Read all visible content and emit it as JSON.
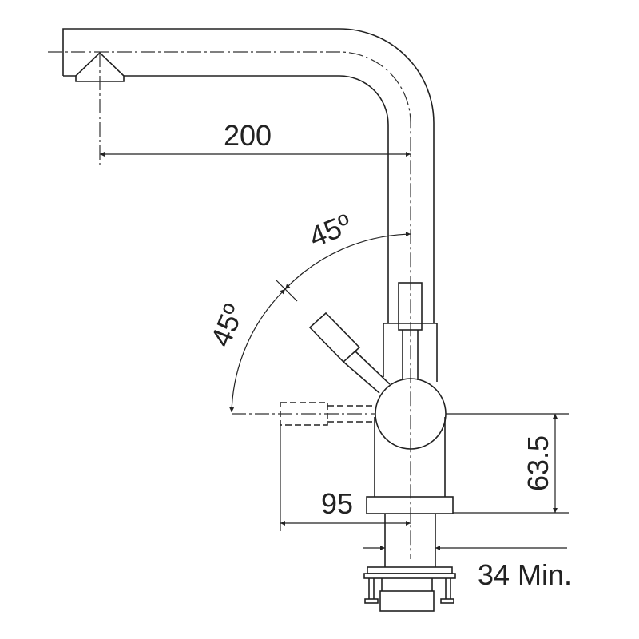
{
  "dimensions": {
    "spout_reach": "200",
    "angle_upper": "45º",
    "angle_lower": "45º",
    "lever_height": "63.5",
    "lever_reach": "95",
    "hole_diameter": "34 Min."
  },
  "colors": {
    "line": "#222222",
    "background": "#ffffff"
  }
}
